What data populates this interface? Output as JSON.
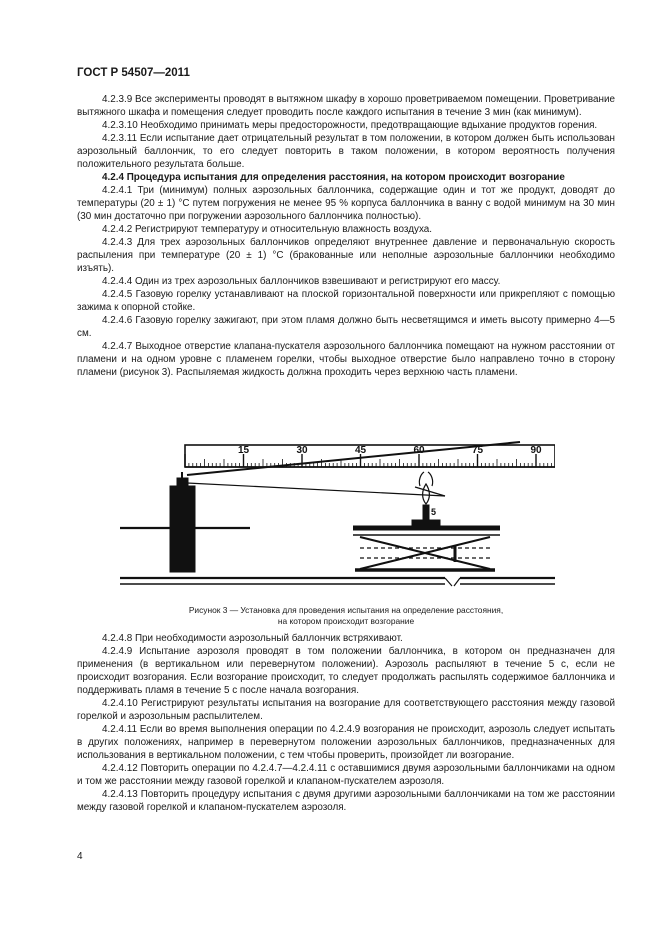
{
  "header": "ГОСТ Р 54507—2011",
  "paragraphs_top": [
    {
      "text": "4.2.3.9 Все эксперименты проводят в вытяжном шкафу в хорошо проветриваемом помещении. Проветривание вытяжного шкафа и помещения следует проводить после каждого испытания в течение 3 мин (как минимум)."
    },
    {
      "text": "4.2.3.10 Необходимо принимать меры предосторожности, предотвращающие вдыхание продуктов горения."
    },
    {
      "text": "4.2.3.11 Если испытание дает отрицательный результат в том положении, в котором должен быть использован аэрозольный баллончик, то его следует повторить в таком положении, в котором вероятность получения положительного результата больше."
    },
    {
      "text": "4.2.4 Процедура испытания для определения расстояния, на котором происходит возгорание",
      "bold": true
    },
    {
      "text": "4.2.4.1 Три (минимум) полных аэрозольных баллончика, содержащие один и тот же продукт, доводят до температуры (20 ± 1) °С путем погружения не менее 95 % корпуса баллончика в ванну с водой минимум на 30 мин (30 мин достаточно при погружении аэрозольного баллончика полностью)."
    },
    {
      "text": "4.2.4.2 Регистрируют температуру и относительную влажность воздуха."
    },
    {
      "text": "4.2.4.3 Для трех аэрозольных баллончиков определяют внутреннее давление и первоначальную скорость распыления при температуре (20 ± 1) °С (бракованные или неполные аэрозольные баллончики необходимо изъять)."
    },
    {
      "text": "4.2.4.4 Один из трех аэрозольных баллончиков взвешивают и регистрируют его массу."
    },
    {
      "text": "4.2.4.5 Газовую горелку устанавливают на плоской горизонтальной поверхности или прикрепляют с помощью зажима к опорной стойке."
    },
    {
      "text": "4.2.4.6 Газовую горелку зажигают, при этом пламя должно быть несветящимся и иметь высоту примерно 4—5 см."
    },
    {
      "text": "4.2.4.7 Выходное отверстие клапана-пускателя аэрозольного баллончика помещают на нужном расстоянии от пламени и на одном уровне с пламенем горелки, чтобы выходное отверстие было направлено точно в сторону пламени (рисунок 3). Распыляемая жидкость должна проходить через верхнюю часть пламени."
    }
  ],
  "figure": {
    "ruler_ticks": [
      "15",
      "30",
      "45",
      "60",
      "75",
      "90"
    ],
    "caption_line1": "Рисунок  3 — Установка для проведения испытания на определение расстояния,",
    "caption_line2": "на котором происходит возгорание"
  },
  "paragraphs_bottom": [
    {
      "text": "4.2.4.8 При необходимости аэрозольный баллончик встряхивают."
    },
    {
      "text": "4.2.4.9 Испытание аэрозоля проводят в том положении баллончика, в котором он предназначен для применения (в вертикальном или перевернутом положении). Аэрозоль распыляют в течение 5 с, если не происходит возгорания. Если возгорание происходит, то следует продолжать распылять содержимое баллончика и поддерживать пламя в течение 5 с после начала возгорания."
    },
    {
      "text": "4.2.4.10 Регистрируют результаты испытания на возгорание для соответствующего расстояния между газовой горелкой и аэрозольным распылителем."
    },
    {
      "text": "4.2.4.11 Если во время выполнения операции по 4.2.4.9 возгорания не происходит, аэрозоль следует испытать в других положениях, например в перевернутом положении аэрозольных баллончиков, предназначенных для использования в вертикальном положении, с тем чтобы проверить, произойдет ли возгорание."
    },
    {
      "text": "4.2.4.12 Повторить операции по 4.2.4.7—4.2.4.11 с оставшимися двумя аэрозольными баллончиками на одном и том же расстоянии между газовой горелкой и клапаном-пускателем аэрозоля."
    },
    {
      "text": "4.2.4.13 Повторить процедуру испытания с двумя другими аэрозольными баллончиками на том же расстоянии между газовой горелкой и клапаном-пускателем аэрозоля."
    }
  ],
  "page_number": "4"
}
